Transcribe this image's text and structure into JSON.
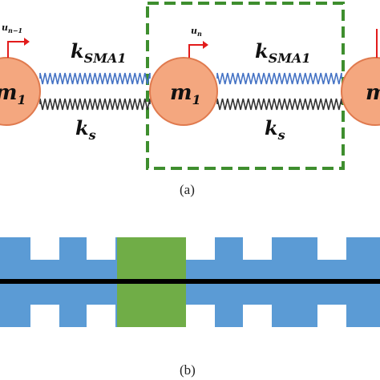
{
  "panel_a": {
    "caption": "(a)",
    "mass_left": {
      "symbol": "m",
      "sub": "1"
    },
    "mass_center": {
      "symbol": "m",
      "sub": "1"
    },
    "mass_right": {
      "symbol": "m",
      "sub": "1"
    },
    "spring_top_label": {
      "symbol": "k",
      "sub": "SMA1"
    },
    "spring_bottom_label": {
      "symbol": "k",
      "sub": "s"
    },
    "disp_left": {
      "symbol": "u",
      "sub": "n−1"
    },
    "disp_center": {
      "symbol": "u",
      "sub": "n"
    },
    "colors": {
      "mass_fill": "#F4A77F",
      "mass_stroke": "#E07A4E",
      "spring_sma": "#4472C4",
      "spring_s": "#333333",
      "arrow": "#E21B1B",
      "unit_cell_box": "#3E8E2E"
    }
  },
  "panel_b": {
    "caption": "(b)",
    "colors": {
      "blue_block": "#5B9BD5",
      "green_block": "#70AD47",
      "center_line": "#000000"
    }
  }
}
